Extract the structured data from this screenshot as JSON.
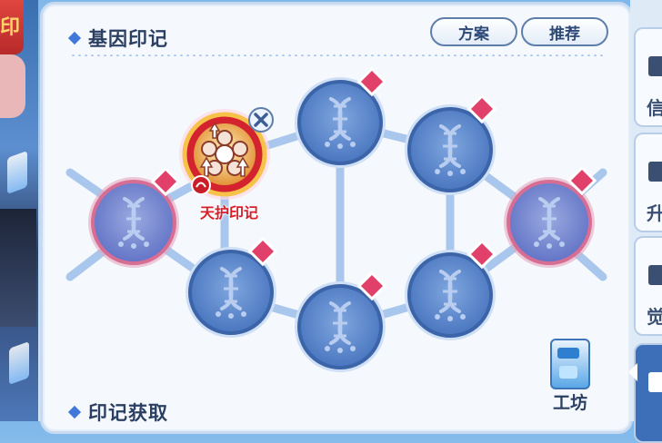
{
  "section": {
    "title": "基因印记"
  },
  "buttons": {
    "plan_label": "方案",
    "recommend_label": "推荐"
  },
  "footer": {
    "title": "印记获取"
  },
  "workshop": {
    "label": "工坊"
  },
  "equipped_imprint": {
    "name": "天护印记"
  },
  "side_tabs": [
    {
      "label": "信"
    },
    {
      "label": "升"
    },
    {
      "label": "觉"
    },
    {
      "label": ""
    }
  ],
  "left_strip": {
    "tag_glyph": "印"
  },
  "colors": {
    "accent": "#3f78d8",
    "slot_blue": "#4f7fc7",
    "slot_pink": "#e27a9c",
    "gem_red": "#e0406a",
    "link_blue": "#a9c6ec"
  }
}
